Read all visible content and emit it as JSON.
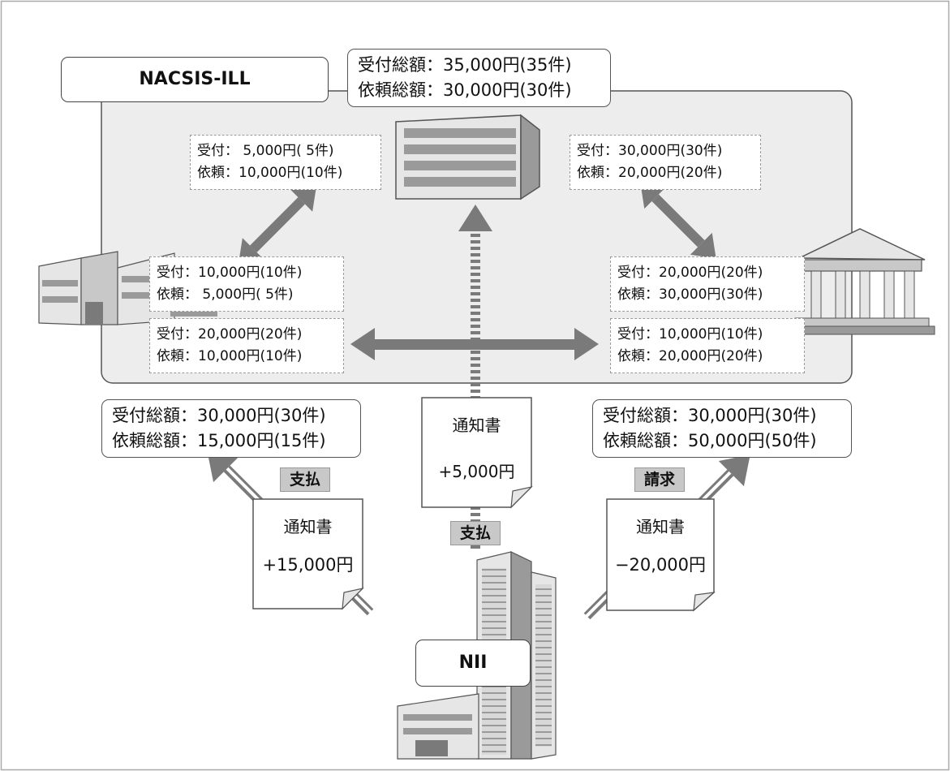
{
  "network": {
    "name": "NACSIS-ILL"
  },
  "nii": {
    "name": "NII"
  },
  "center_total": {
    "received": "受付総額：35,000円(35件)",
    "requested": "依頼総額：30,000円(30件)"
  },
  "left_total": {
    "received": "受付総額：30,000円(30件)",
    "requested": "依頼総額：15,000円(15件)"
  },
  "right_total": {
    "received": "受付総額：30,000円(30件)",
    "requested": "依頼総額：50,000円(50件)"
  },
  "pairs": {
    "top_left": {
      "received": "受付：  5,000円(  5件)",
      "requested": "依頼：10,000円(10件)"
    },
    "top_right": {
      "received": "受付：30,000円(30件)",
      "requested": "依頼：20,000円(20件)"
    },
    "mid_left": {
      "received": "受付：10,000円(10件)",
      "requested": "依頼：  5,000円(  5件)"
    },
    "mid_right": {
      "received": "受付：20,000円(20件)",
      "requested": "依頼：30,000円(30件)"
    },
    "bottom_left": {
      "received": "受付：20,000円(20件)",
      "requested": "依頼：10,000円(10件)"
    },
    "bottom_right": {
      "received": "受付：10,000円(10件)",
      "requested": "依頼：20,000円(20件)"
    }
  },
  "notices": {
    "center": {
      "title": "通知書",
      "amount": "+5,000円",
      "action": "支払"
    },
    "left": {
      "title": "通知書",
      "amount": "+15,000円",
      "action": "支払"
    },
    "right": {
      "title": "通知書",
      "amount": "−20,000円",
      "action": "請求"
    }
  },
  "colors": {
    "panel": "#ededed",
    "arrow": "#7a7a7a",
    "building_light": "#e6e6e6",
    "building_dark": "#9a9a9a"
  }
}
